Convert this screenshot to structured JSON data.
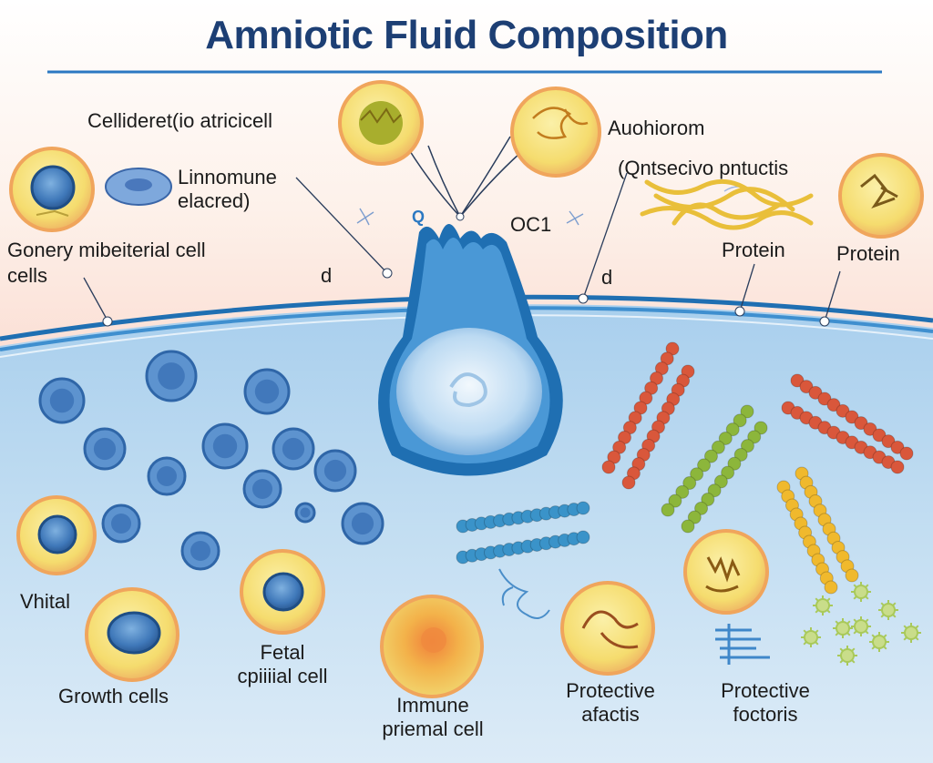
{
  "title": "Amniotic Fluid Composition",
  "labels": {
    "cellider": "Cellideret(io atricicell",
    "auohiorom": "Auohiorom",
    "unnomune_1": "Linnomune",
    "unnomune_2": "elacred)",
    "qntsecive": "(Qntsecivo pntuctis",
    "gonery": "Gonery mibeiterial cell",
    "cells": "cells",
    "d_left": "d",
    "d_right": "d",
    "oc1": "OC1",
    "protein_mid": "Protein",
    "protein_right": "Protein",
    "vhital": "Vhital",
    "growth": "Growth cells",
    "fetal_1": "Fetal",
    "fetal_2": "cpiiiial cell",
    "immune_1": "Immune",
    "immune_2": "priemal cell",
    "protective_a_1": "Protective",
    "protective_a_2": "afactis",
    "protective_f_1": "Protective",
    "protective_f_2": "foctoris"
  },
  "colors": {
    "title": "#1d3f74",
    "fluid": "#b4d6ef",
    "membrane": "#1f6fb2",
    "cell_fill": "#f6e27a",
    "cell_ring": "#f3b66b",
    "nucleus": "#3d6aa8",
    "chain_red": "#d9573b",
    "chain_green": "#8cb63b",
    "chain_yellow": "#f0b92d",
    "chain_blue": "#3a93c9",
    "virus": "#a9c95a"
  }
}
